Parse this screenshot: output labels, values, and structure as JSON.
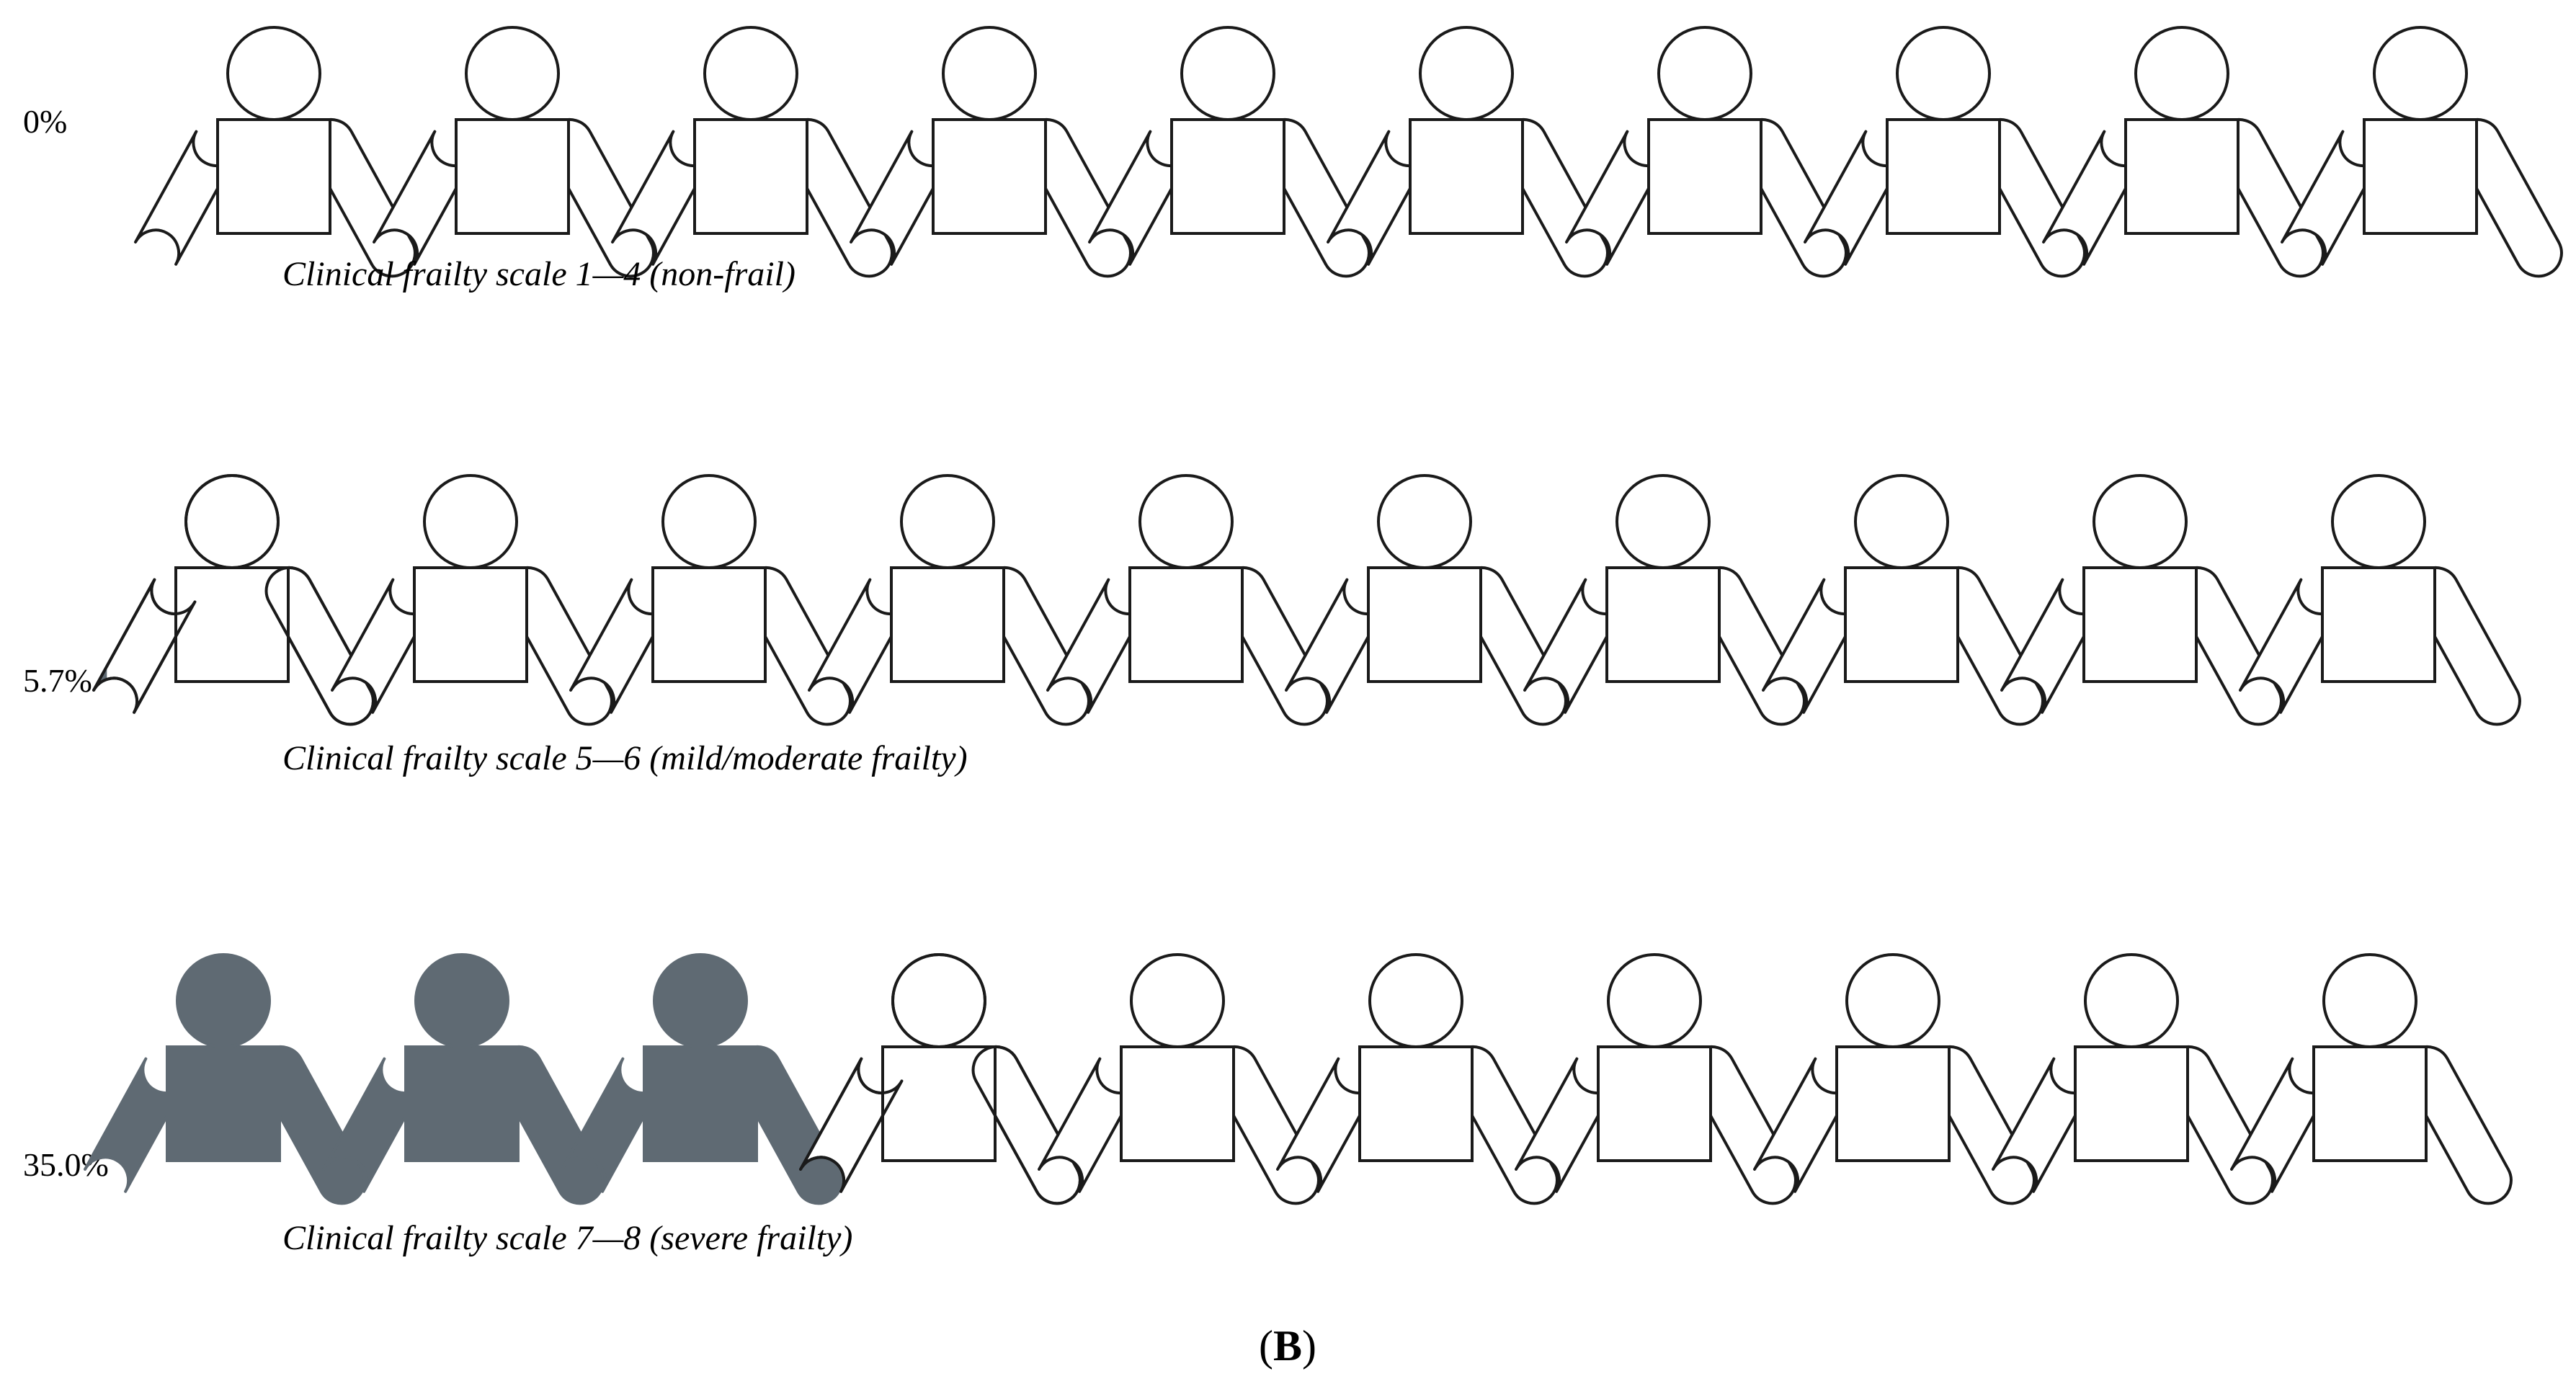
{
  "chart_data": {
    "type": "pictograph",
    "icons_per_row": 10,
    "rows": [
      {
        "label": "0%",
        "value": 0.0,
        "caption": "Clinical frailty scale 1—4 (non-frail)"
      },
      {
        "label": "5.7%",
        "value": 5.7,
        "caption": "Clinical frailty scale 5—6 (mild/moderate frailty)"
      },
      {
        "label": "35.0%",
        "value": 35.0,
        "caption": "Clinical frailty scale 7—8 (severe frailty)"
      }
    ],
    "panel_label": {
      "open": "(",
      "letter": "B",
      "close": ")"
    }
  },
  "colors": {
    "fill": "#5f6a73",
    "outline": "#1a1a1a",
    "background": "#ffffff"
  }
}
